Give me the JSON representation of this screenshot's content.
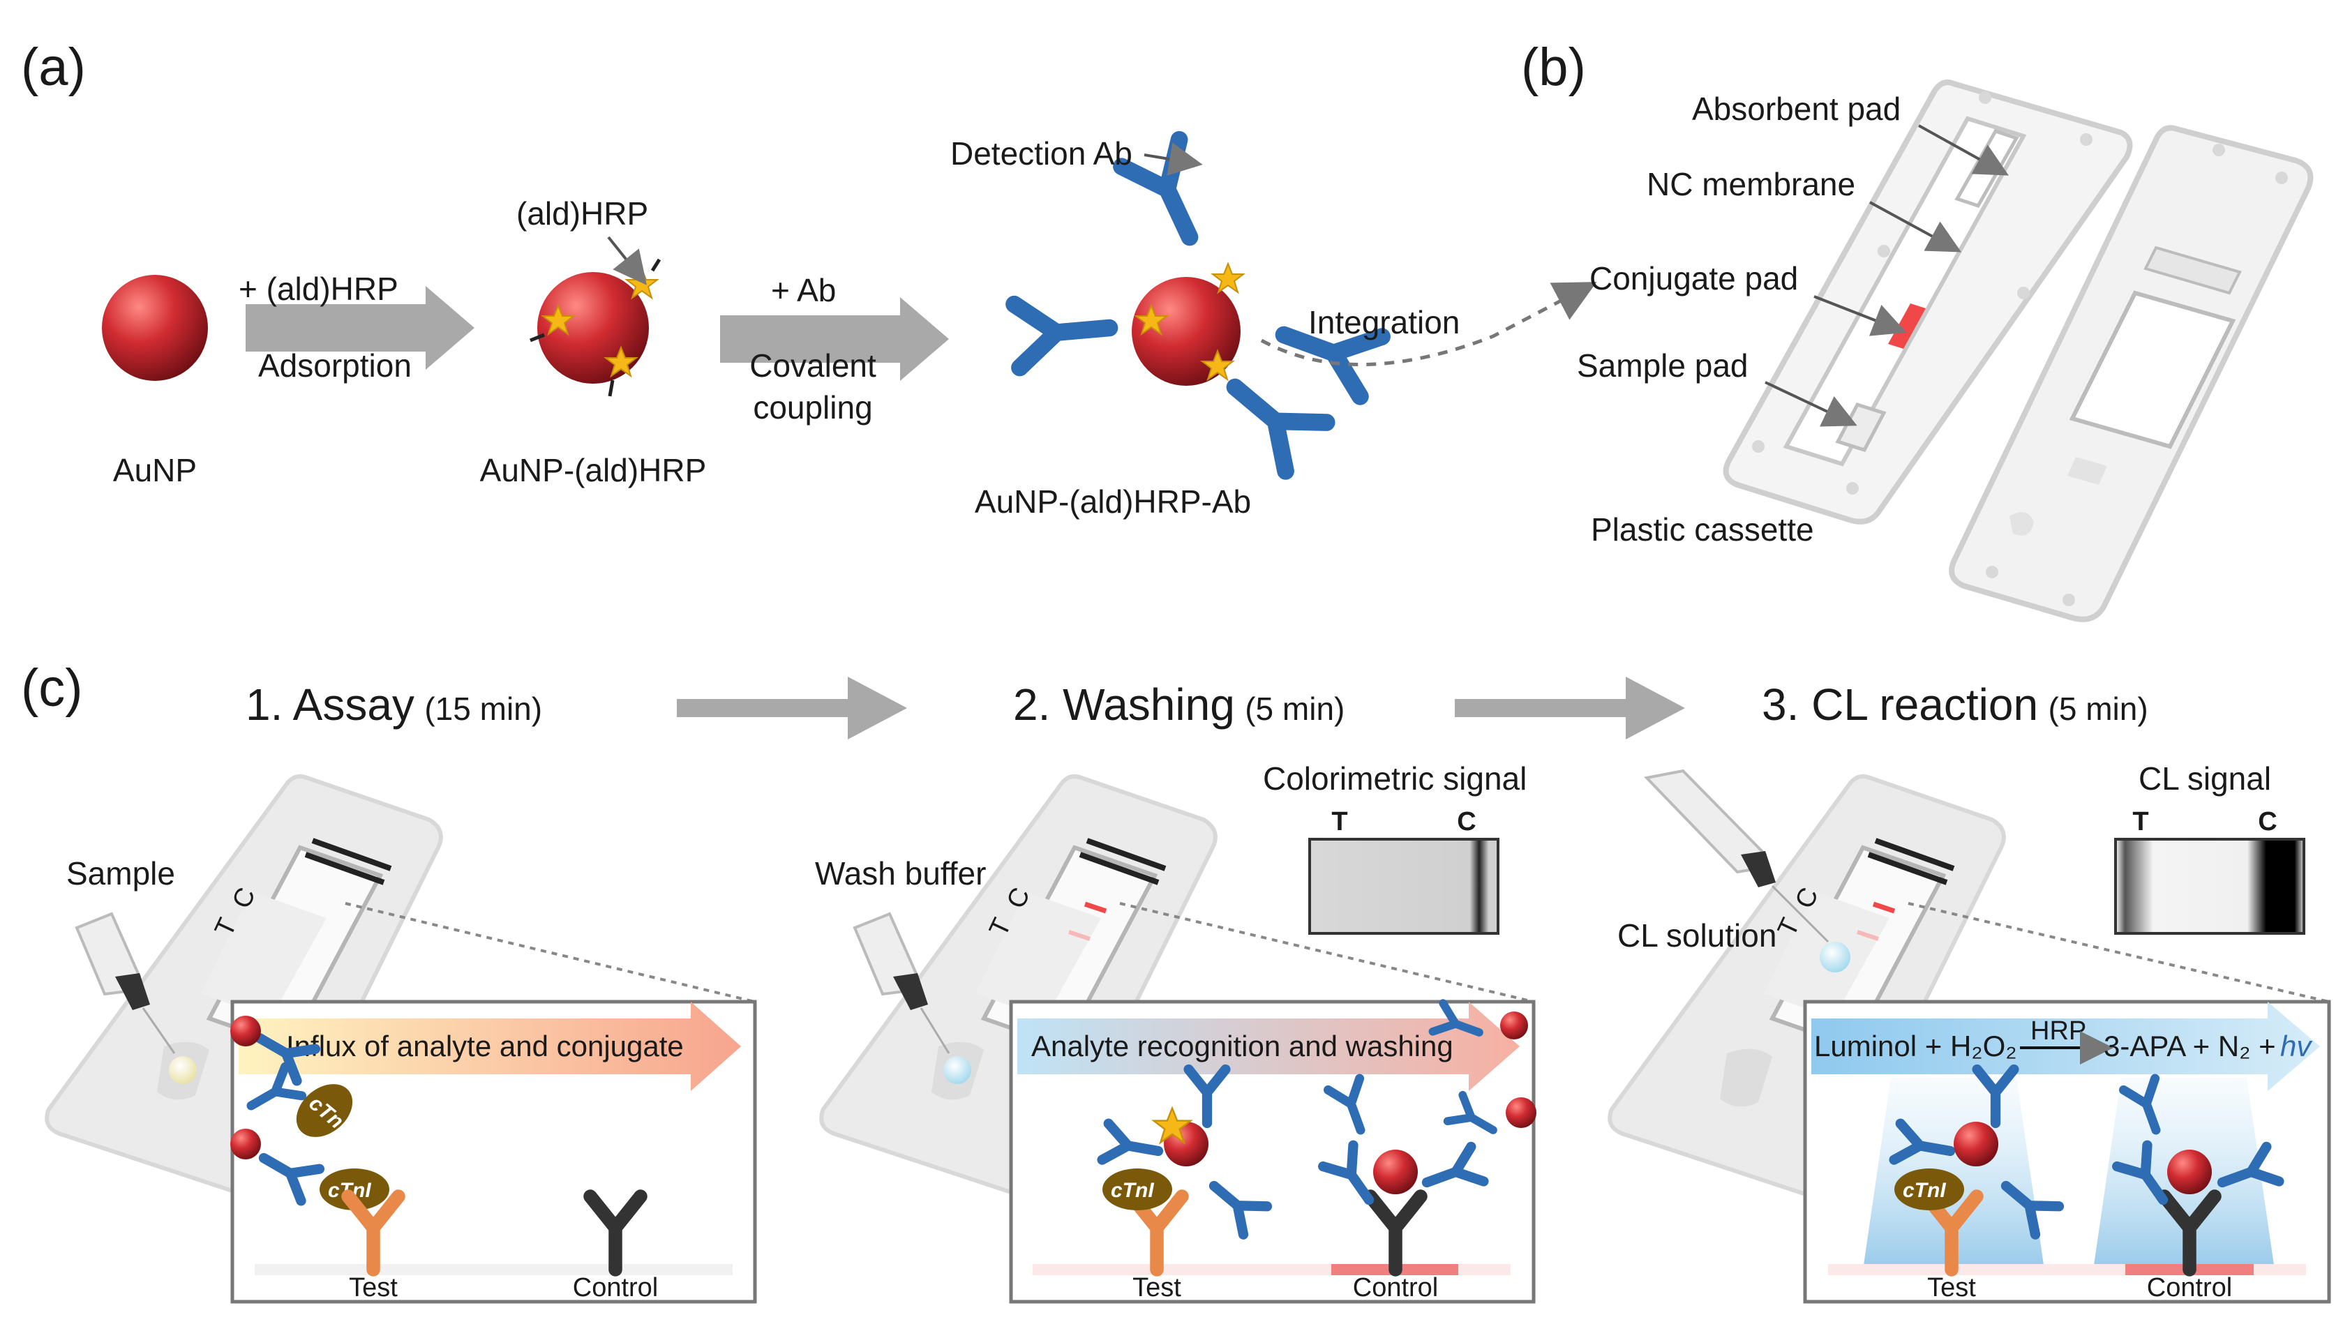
{
  "panels": {
    "a": "(a)",
    "b": "(b)",
    "c": "(c)"
  },
  "panel_a": {
    "aunp": "AuNP",
    "step1_top": "+ (ald)HRP",
    "step1_bottom": "Adsorption",
    "hrp_callout": "(ald)HRP",
    "aunp_hrp": "AuNP-(ald)HRP",
    "step2_top": "+ Ab",
    "step2_bottom1": "Covalent",
    "step2_bottom2": "coupling",
    "detection_ab": "Detection Ab",
    "aunp_hrp_ab": "AuNP-(ald)HRP-Ab",
    "integration": "Integration"
  },
  "panel_b": {
    "absorbent_pad": "Absorbent pad",
    "nc_membrane": "NC membrane",
    "conjugate_pad": "Conjugate pad",
    "sample_pad": "Sample pad",
    "plastic_cassette": "Plastic cassette"
  },
  "panel_c": {
    "steps": [
      {
        "title": "1. Assay",
        "time": "(15 min)"
      },
      {
        "title": "2. Washing",
        "time": "(5 min)"
      },
      {
        "title": "3. CL reaction",
        "time": "(5 min)"
      }
    ],
    "sample": "Sample",
    "wash_buffer": "Wash buffer",
    "cl_solution": "CL solution",
    "colorimetric_signal": "Colorimetric signal",
    "cl_signal": "CL signal",
    "t": "T",
    "c": "C",
    "banner1": "Influx of analyte and conjugate",
    "banner2": "Analyte recognition and washing",
    "eq_lhs": "Luminol + H₂O₂",
    "eq_hrp": "HRP",
    "eq_rhs": "3-APA + N₂ +",
    "eq_hv": "hv",
    "ctni": "cTnI",
    "test": "Test",
    "control": "Control"
  },
  "colors": {
    "antibody": "#2e6db4",
    "gold": "#c0282e",
    "hrp": "#f2b318",
    "ctni": "#7a5a0a",
    "test_ab": "#e8894a",
    "control_ab": "#333333",
    "conjugate_pad": "#f04848",
    "control_line": "#f08080"
  }
}
